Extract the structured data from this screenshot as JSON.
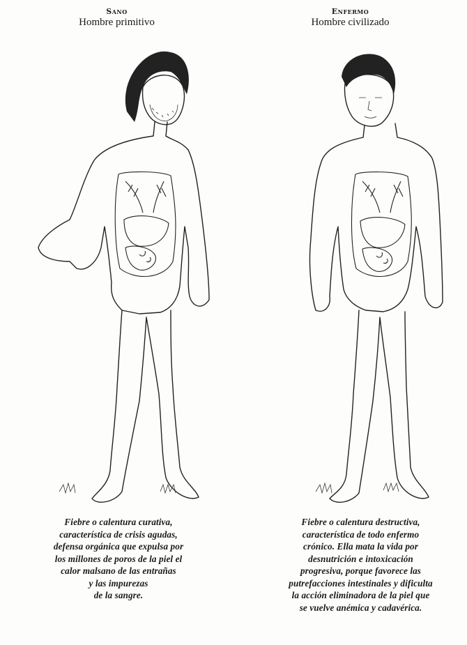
{
  "left": {
    "status": "Sano",
    "subtitle": "Hombre primitivo",
    "caption": [
      "Fiebre o calentura curativa,",
      "característica de crisis agudas,",
      "defensa orgánica que expulsa por",
      "los millones de poros de la piel el",
      "calor malsano de las entrañas",
      "y las impurezas",
      "de la sangre."
    ]
  },
  "right": {
    "status": "Enfermo",
    "subtitle": "Hombre civilizado",
    "caption": [
      "Fiebre o calentura destructiva,",
      "característica de todo enfermo",
      "crónico. Ella mata la vida por",
      "desnutrición e intoxicación",
      "progresiva, porque favorece las",
      "putrefacciones intestinales y dificulta",
      "la acción eliminadora de la piel que",
      "se vuelve anémica y cadavérica."
    ]
  }
}
